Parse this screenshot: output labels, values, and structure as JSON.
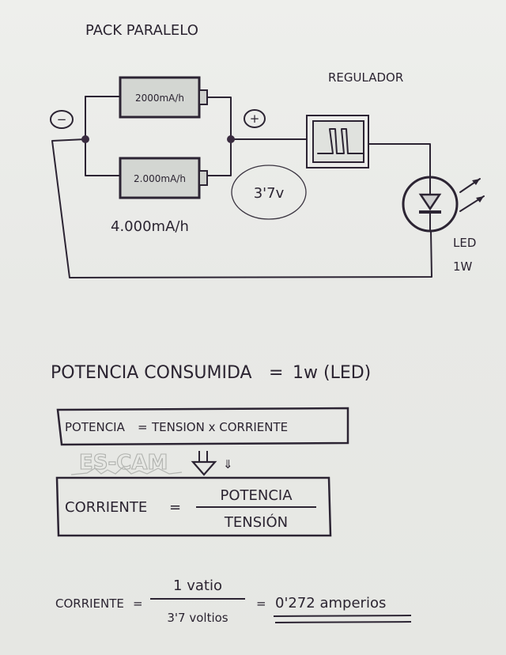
{
  "title": "PACK PARALELO",
  "circuit": {
    "battery_top_label": "2000mA/h",
    "battery_bottom_label": "2.000mA/h",
    "pack_capacity_label": "4.000mA/h",
    "negative_symbol": "−",
    "positive_symbol": "+",
    "voltage_label": "3'7v",
    "regulator_label": "REGULADOR",
    "led_label": "LED",
    "led_power_label": "1W"
  },
  "formulas": {
    "power_consumed": {
      "lhs": "POTENCIA CONSUMIDA",
      "equals": "=",
      "rhs": "1w (LED)"
    },
    "power_definition": {
      "lhs": "POTENCIA",
      "equals": "=",
      "rhs": "TENSION x CORRIENTE"
    },
    "implies_symbol": "⇓",
    "current_definition": {
      "lhs": "CORRIENTE",
      "equals": "=",
      "numerator": "POTENCIA",
      "denominator": "TENSIÓN"
    },
    "current_result": {
      "lhs": "CORRIENTE",
      "equals": "=",
      "numerator": "1 vatio",
      "denominator": "3'7 voltios",
      "result_equals": "=",
      "result": "0'272 amperios"
    }
  },
  "watermark": {
    "text": "ES-CAM"
  },
  "colors": {
    "paper": "#ebecea",
    "ink": "#2b2431",
    "watermark": "#a8aaa6",
    "battery_fill": "#d3d6d2"
  }
}
